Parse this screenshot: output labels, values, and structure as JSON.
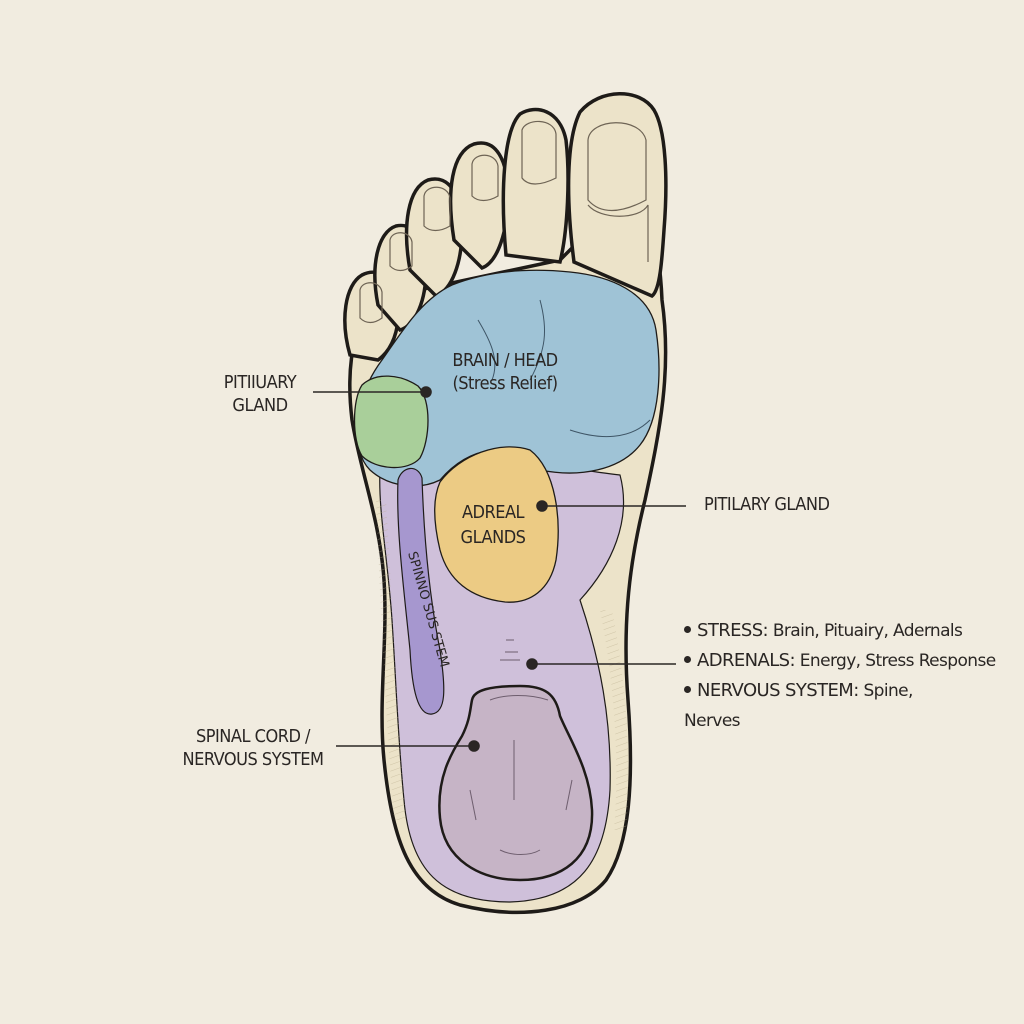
{
  "diagram": {
    "type": "foot reflexology map (sole of foot)",
    "colors": {
      "background": "#f1ece0",
      "skin": "#ece3c9",
      "outline": "#1e1b18",
      "brain_head_zone": "#9fc3d6",
      "pituitary_zone": "#a9cf9a",
      "adrenal_zone": "#eccb84",
      "nervous_zone": "#cfc0da",
      "spine_strip": "#a697cf",
      "heel_pad": "#c6b4c6"
    },
    "zones": [
      {
        "id": "brain-head",
        "label_line1": "BRAIN / HEAD",
        "label_line2": "(Stress Relief)"
      },
      {
        "id": "adrenal",
        "label_line1": "ADREAL",
        "label_line2": "GLANDS"
      },
      {
        "id": "spine-strip",
        "label": "SPINNO SUS STEM"
      }
    ],
    "callouts": {
      "pituitary_left": {
        "line1": "PITIIUARY",
        "line2": "GLAND"
      },
      "pituitary_right": {
        "text": "PITILARY GLAND"
      },
      "spinal_cord": {
        "line1": "SPINAL CORD /",
        "line2": "NERVOUS SYSTEM"
      }
    },
    "legend": [
      {
        "key": "STRESS:",
        "value": "Brain, Pituairy, Adernals"
      },
      {
        "key": "ADRENALS:",
        "value": "Energy, Stress Response"
      },
      {
        "key": "NERVOUS SYSTEM:",
        "value": "Spine,",
        "continuation": "Nerves"
      }
    ]
  }
}
